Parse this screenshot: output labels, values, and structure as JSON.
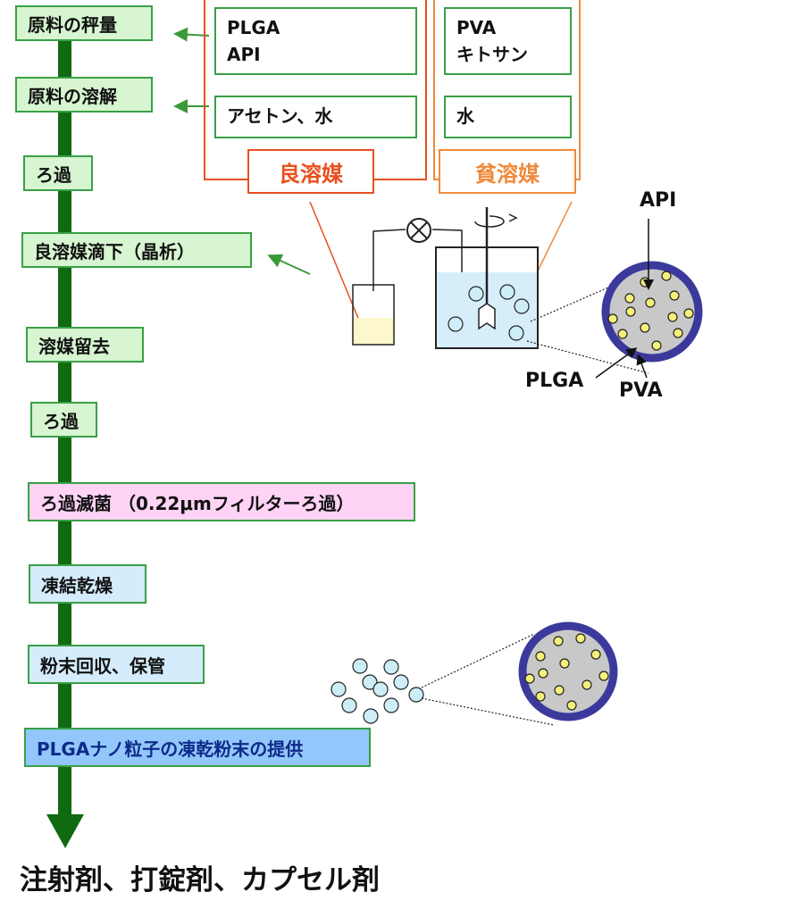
{
  "steps": [
    {
      "id": "weigh",
      "label": "原料の秤量"
    },
    {
      "id": "dissolve",
      "label": "原料の溶解"
    },
    {
      "id": "filter1",
      "label": "ろ過"
    },
    {
      "id": "drip",
      "label": "良溶媒滴下（晶析）"
    },
    {
      "id": "evap",
      "label": "溶媒留去"
    },
    {
      "id": "filter2",
      "label": "ろ過"
    },
    {
      "id": "sterile",
      "label": "ろ過滅菌 （0.22μmフィルターろ過）"
    },
    {
      "id": "freeze",
      "label": "凍結乾燥"
    },
    {
      "id": "collect",
      "label": "粉末回収、保管"
    },
    {
      "id": "provide",
      "label": "PLGAナノ粒子の凍乾粉末の提供"
    }
  ],
  "good_solvent": {
    "title": "良溶媒",
    "materials_line1": "PLGA",
    "materials_line2": "API",
    "solvent": "アセトン、水",
    "color": "#e8501e"
  },
  "poor_solvent": {
    "title": "貧溶媒",
    "materials_line1": "PVA",
    "materials_line2": "キトサン",
    "solvent": "水",
    "color": "#ef8a3c"
  },
  "particle_labels": {
    "api": "API",
    "plga": "PLGA",
    "pva": "PVA"
  },
  "uses": "注射剤、打錠剤、カプセル剤",
  "colors": {
    "flow_arrow": "#106a10",
    "step_border": "#39a047",
    "particle_ring": "#3b3a9c",
    "particle_core": "#c8c8c8",
    "api_dot": "#f5f07a",
    "bead": "#cdeef6",
    "water": "#d6eefa",
    "good_solution": "#fcf8cc"
  }
}
